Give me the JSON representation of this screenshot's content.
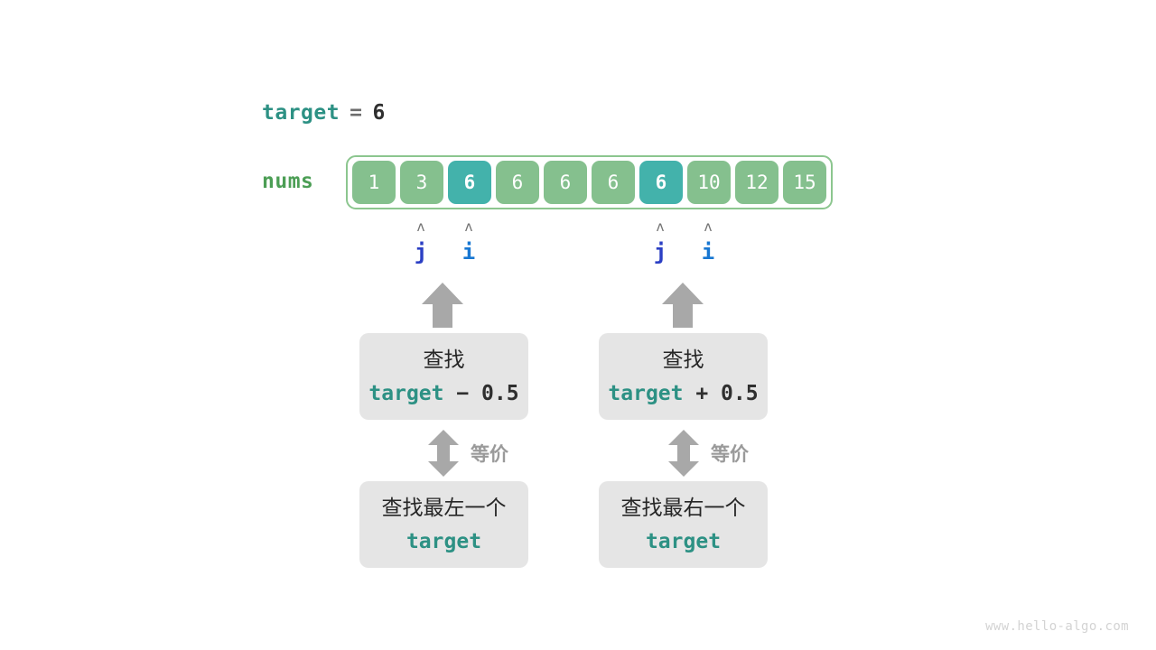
{
  "diagram": {
    "title_expression": {
      "variable": "target",
      "operator": "=",
      "value": "6"
    },
    "array": {
      "label": "nums",
      "values": [
        "1",
        "3",
        "6",
        "6",
        "6",
        "6",
        "6",
        "10",
        "12",
        "15"
      ],
      "highlighted_indices": [
        2,
        6
      ],
      "cell_color": "#85c08e",
      "highlight_color": "#43b2ab",
      "border_color": "#8cc68f"
    },
    "pointers": [
      {
        "name": "j",
        "caret": "ʌ",
        "index": 1,
        "color": "#2b3fc4"
      },
      {
        "name": "i",
        "caret": "ʌ",
        "index": 2,
        "color": "#1877d2"
      },
      {
        "name": "j",
        "caret": "ʌ",
        "index": 6,
        "color": "#2b3fc4"
      },
      {
        "name": "i",
        "caret": "ʌ",
        "index": 7,
        "color": "#1877d2"
      }
    ],
    "branches": [
      {
        "side": "left",
        "top_box": {
          "line1": "查找",
          "keyword": "target",
          "operator": " − ",
          "operand": "0.5"
        },
        "equivalence_label": "等价",
        "bottom_box": {
          "line1": "查找最左一个",
          "keyword": "target"
        }
      },
      {
        "side": "right",
        "top_box": {
          "line1": "查找",
          "keyword": "target",
          "operator": " + ",
          "operand": "0.5"
        },
        "equivalence_label": "等价",
        "bottom_box": {
          "line1": "查找最右一个",
          "keyword": "target"
        }
      }
    ],
    "watermark": "www.hello-algo.com"
  }
}
